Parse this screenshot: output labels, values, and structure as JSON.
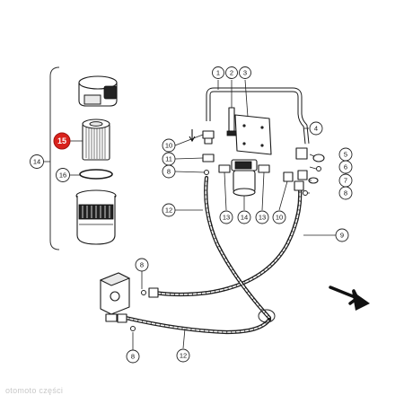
{
  "callouts": {
    "c1": "1",
    "c2": "2",
    "c3": "3",
    "c4": "4",
    "c5": "5",
    "c6": "6",
    "c7": "7",
    "c8a": "8",
    "c8b": "8",
    "c8c": "8",
    "c8d": "8",
    "c9": "9",
    "c10a": "10",
    "c10b": "10",
    "c11": "11",
    "c12a": "12",
    "c12b": "12",
    "c13a": "13",
    "c13b": "13",
    "c14a": "14",
    "c14b": "14",
    "c15": "15",
    "c16": "16"
  },
  "colors": {
    "highlight": "#d9221c"
  },
  "watermark": "otomoto części"
}
